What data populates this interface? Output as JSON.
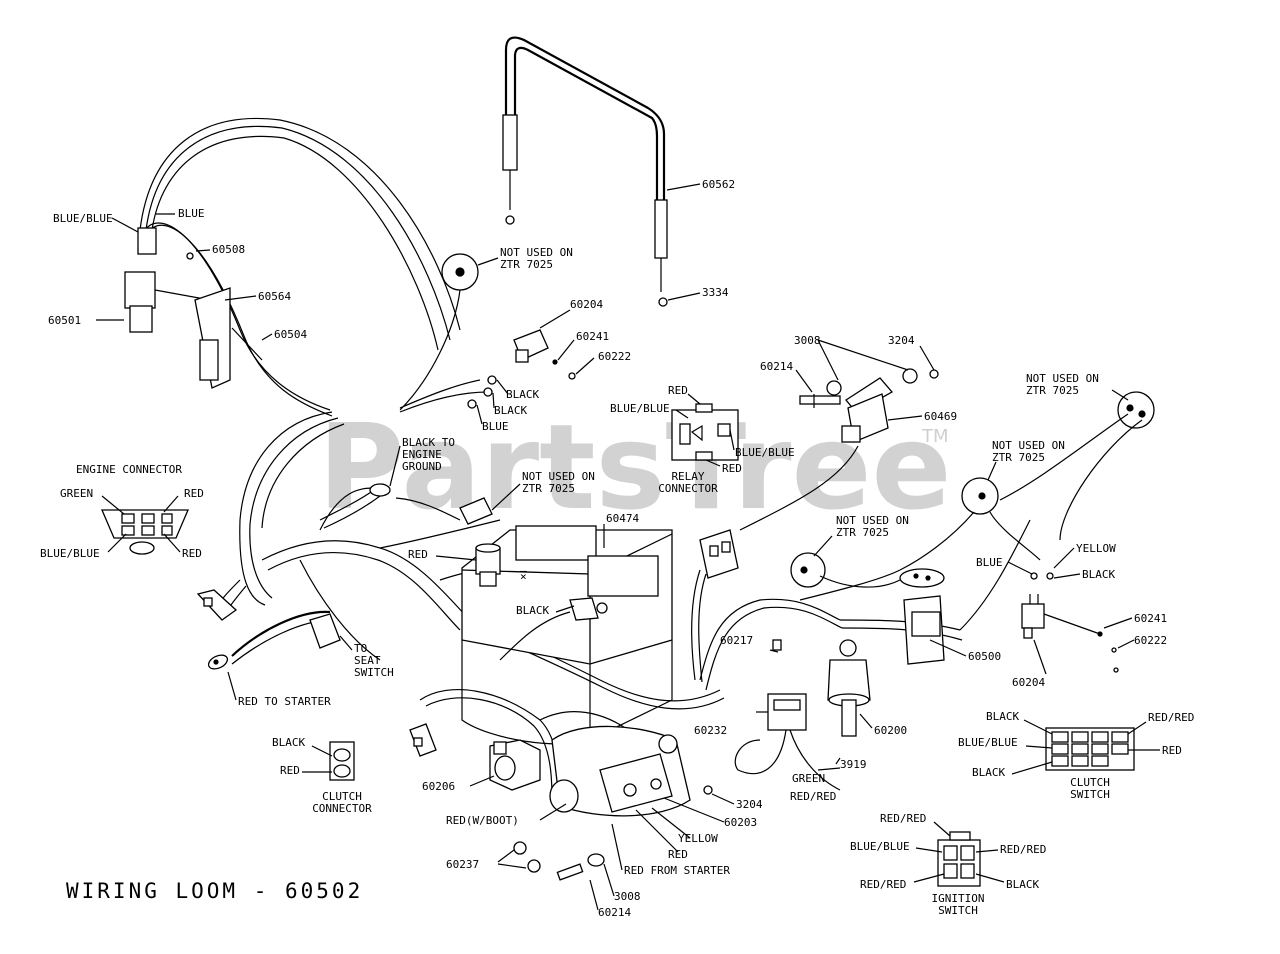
{
  "watermark": {
    "text": "PartsTree",
    "tm": "TM"
  },
  "title": "WIRING LOOM - 60502",
  "labels": {
    "blue_blue_top": "BLUE/BLUE",
    "blue_top": "BLUE",
    "p60508": "60508",
    "p60564": "60564",
    "p60501": "60501",
    "p60504": "60504",
    "not_used_1a": "NOT USED ON",
    "not_used_1b": "ZTR 7025",
    "p60562": "60562",
    "p3334": "3334",
    "p60204_a": "60204",
    "p60241_a": "60241",
    "p60222_a": "60222",
    "black_1": "BLACK",
    "black_2": "BLACK",
    "blue_1": "BLUE",
    "red_relay": "RED",
    "blue_blue_relay": "BLUE/BLUE",
    "blue_blue_relay_r": "BLUE/BLUE",
    "relay_a": "RELAY",
    "relay_b": "CONNECTOR",
    "red_relay_b": "RED",
    "p3008_a": "3008",
    "p3204_a": "3204",
    "p60214_a": "60214",
    "p60469": "60469",
    "not_used_2a": "NOT USED ON",
    "not_used_2b": "ZTR 7025",
    "engine_connector": "ENGINE CONNECTOR",
    "green_ec": "GREEN",
    "red_ec1": "RED",
    "blue_blue_ec": "BLUE/BLUE",
    "red_ec2": "RED",
    "black_to_a": "BLACK TO",
    "black_to_b": "ENGINE",
    "black_to_c": "GROUND",
    "not_used_3a": "NOT USED ON",
    "not_used_3b": "ZTR 7025",
    "p60474": "60474",
    "not_used_4a": "NOT USED ON",
    "not_used_4b": "ZTR 7025",
    "not_used_5a": "NOT USED ON",
    "not_used_5b": "ZTR 7025",
    "red_batt": "RED",
    "black_batt": "BLACK",
    "to_seat_a": "TO",
    "to_seat_b": "SEAT",
    "to_seat_c": "SWITCH",
    "red_to_starter": "RED TO STARTER",
    "p60217": "60217",
    "blue_r": "BLUE",
    "yellow_r": "YELLOW",
    "black_r": "BLACK",
    "p60241_b": "60241",
    "p60222_b": "60222",
    "p60500": "60500",
    "p60204_b": "60204",
    "p60232": "60232",
    "p60200": "60200",
    "p3919": "3919",
    "green_60232": "GREEN",
    "red_red_60232": "RED/RED",
    "black_clutch": "BLACK",
    "red_clutch": "RED",
    "clutch_conn_a": "CLUTCH",
    "clutch_conn_b": "CONNECTOR",
    "p60206": "60206",
    "red_w_boot": "RED(W/BOOT)",
    "yellow_s": "YELLOW",
    "p60203": "60203",
    "p3204_b": "3204",
    "red_s": "RED",
    "red_from_starter": "RED FROM STARTER",
    "p60237": "60237",
    "p3008_b": "3008",
    "p60214_b": "60214",
    "cs_black1": "BLACK",
    "cs_red_red": "RED/RED",
    "cs_blue_blue": "BLUE/BLUE",
    "cs_red": "RED",
    "cs_black2": "BLACK",
    "clutch_sw_a": "CLUTCH",
    "clutch_sw_b": "SWITCH",
    "is_red_red1": "RED/RED",
    "is_blue_blue": "BLUE/BLUE",
    "is_red_red2": "RED/RED",
    "is_red_red3": "RED/RED",
    "is_black": "BLACK",
    "ign_a": "IGNITION",
    "ign_b": "SWITCH"
  }
}
